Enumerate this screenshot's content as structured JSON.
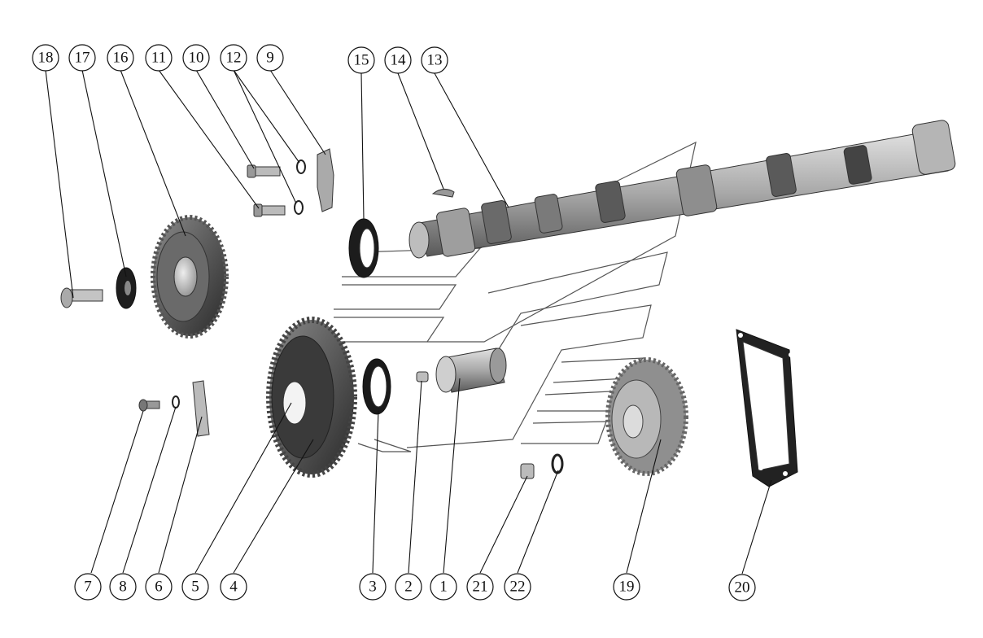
{
  "diagram": {
    "callouts": [
      {
        "id": "18",
        "label": "18"
      },
      {
        "id": "17",
        "label": "17"
      },
      {
        "id": "16",
        "label": "16"
      },
      {
        "id": "11",
        "label": "11"
      },
      {
        "id": "10",
        "label": "10"
      },
      {
        "id": "12",
        "label": "12"
      },
      {
        "id": "9",
        "label": "9"
      },
      {
        "id": "15",
        "label": "15"
      },
      {
        "id": "14",
        "label": "14"
      },
      {
        "id": "13",
        "label": "13"
      },
      {
        "id": "7",
        "label": "7"
      },
      {
        "id": "8",
        "label": "8"
      },
      {
        "id": "6",
        "label": "6"
      },
      {
        "id": "5",
        "label": "5"
      },
      {
        "id": "4",
        "label": "4"
      },
      {
        "id": "3",
        "label": "3"
      },
      {
        "id": "2",
        "label": "2"
      },
      {
        "id": "1",
        "label": "1"
      },
      {
        "id": "21",
        "label": "21"
      },
      {
        "id": "22",
        "label": "22"
      },
      {
        "id": "19",
        "label": "19"
      },
      {
        "id": "20",
        "label": "20"
      }
    ],
    "colors": {
      "part_light": "#cfcfcf",
      "part_mid": "#9a9a9a",
      "part_dark": "#3a3a3a",
      "line": "#111111"
    }
  }
}
